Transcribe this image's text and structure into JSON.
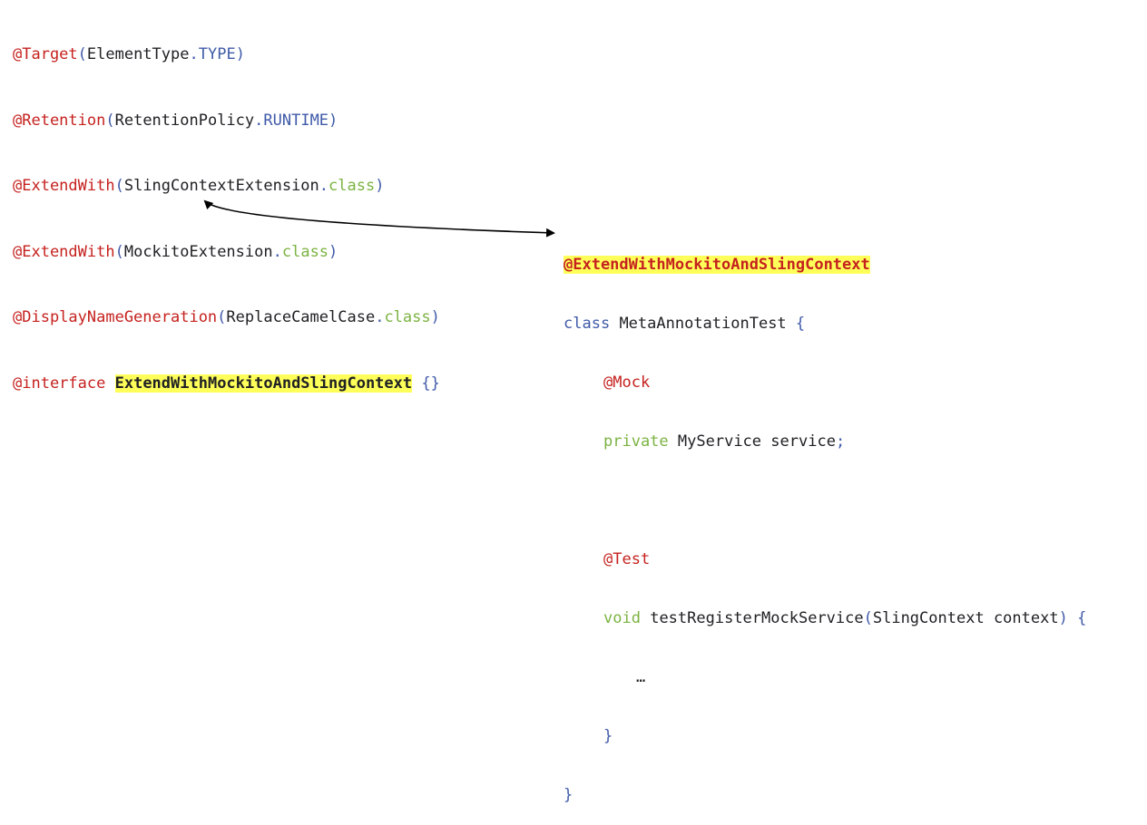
{
  "left_code": {
    "l1": {
      "ann": "@Target",
      "open": "(",
      "arg": "ElementType",
      "dot": ".",
      "const": "TYPE",
      "close": ")"
    },
    "l2": {
      "ann": "@Retention",
      "open": "(",
      "arg": "RetentionPolicy",
      "dot": ".",
      "const": "RUNTIME",
      "close": ")"
    },
    "l3": {
      "ann": "@ExtendWith",
      "open": "(",
      "arg": "SlingContextExtension",
      "dot": ".",
      "kw": "class",
      "close": ")"
    },
    "l4": {
      "ann": "@ExtendWith",
      "open": "(",
      "arg": "MockitoExtension",
      "dot": ".",
      "kw": "class",
      "close": ")"
    },
    "l5": {
      "ann": "@DisplayNameGeneration",
      "open": "(",
      "arg": "ReplaceCamelCase",
      "dot": ".",
      "kw": "class",
      "close": ")"
    },
    "l6": {
      "ann": "@interface",
      "name": "ExtendWithMockitoAndSlingContext",
      "braces": "{}"
    }
  },
  "right_code": {
    "r1": {
      "ann": "@ExtendWithMockitoAndSlingContext"
    },
    "r2": {
      "kw": "class",
      "name": "MetaAnnotationTest",
      "brace": "{"
    },
    "r3": {
      "ann": "@Mock"
    },
    "r4": {
      "kw": "private",
      "type": "MyService",
      "var": "service",
      "semi": ";"
    },
    "r5": {
      "ann": "@Test"
    },
    "r6": {
      "kw": "void",
      "method": "testRegisterMockService",
      "open": "(",
      "param_type": "SlingContext",
      "param": "context",
      "close": ")",
      "brace": "{"
    },
    "r7": {
      "ellipsis": "…"
    },
    "r8": {
      "brace": "}"
    },
    "r9": {
      "brace": "}"
    }
  },
  "colors": {
    "annotation": "#c5221f",
    "keyword": "#7cb342",
    "constant": "#3f5aa8",
    "highlight": "#ffff5a",
    "text": "#202124"
  }
}
